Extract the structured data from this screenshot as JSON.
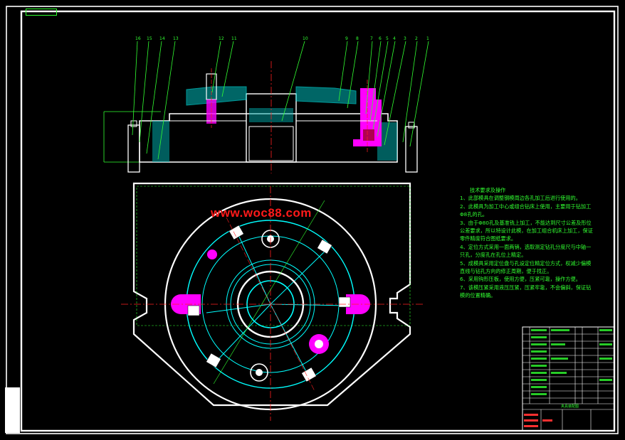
{
  "watermark": "www.woc88.com",
  "tech_requirements": {
    "title": "技术要求及操作",
    "items": [
      "1、此部模具在调整钢模周边各孔加工后进行使用的。",
      "2、此模具为加工中心或组合钻床上使用，主要用于钻加工 Φ8孔的孔。",
      "3、由于Φ80孔及基准铣上加工，不能达到尺寸公差及形位公差要求，所以特设计此模，在加工组合机床上加工，保证零件精度符合图纸要求。",
      "4、定位方式采用一面两销，选取测定钻孔分度尺与中轴一只孔，分度孔在孔位上精定。",
      "5、成模具采用定位盘与孔设定位精定位方式，权减少偏模直线与钻孔方向的修正周期，便于找正。",
      "6、采用钩形压板，使用方便，压紧可靠，操作方便。",
      "7、该模压紧采用液压压紧，压紧牢靠，不会偏斜，保证钻模的位置精确。"
    ]
  },
  "balloons_top": [
    "16",
    "15",
    "14",
    "13",
    "12",
    "11",
    "10",
    "9",
    "8",
    "7",
    "6",
    "5",
    "4",
    "3",
    "2",
    "1"
  ],
  "title_block": {
    "drawing_title": "夹具装配图",
    "drawing_no": "",
    "rows": 12
  },
  "colors": {
    "background": "#000000",
    "outline": "#ffffff",
    "section": "#00ffff",
    "accent": "#ff00ff",
    "center_line": "#ff2020",
    "text": "#31ff31",
    "leader": "#31ff31"
  }
}
